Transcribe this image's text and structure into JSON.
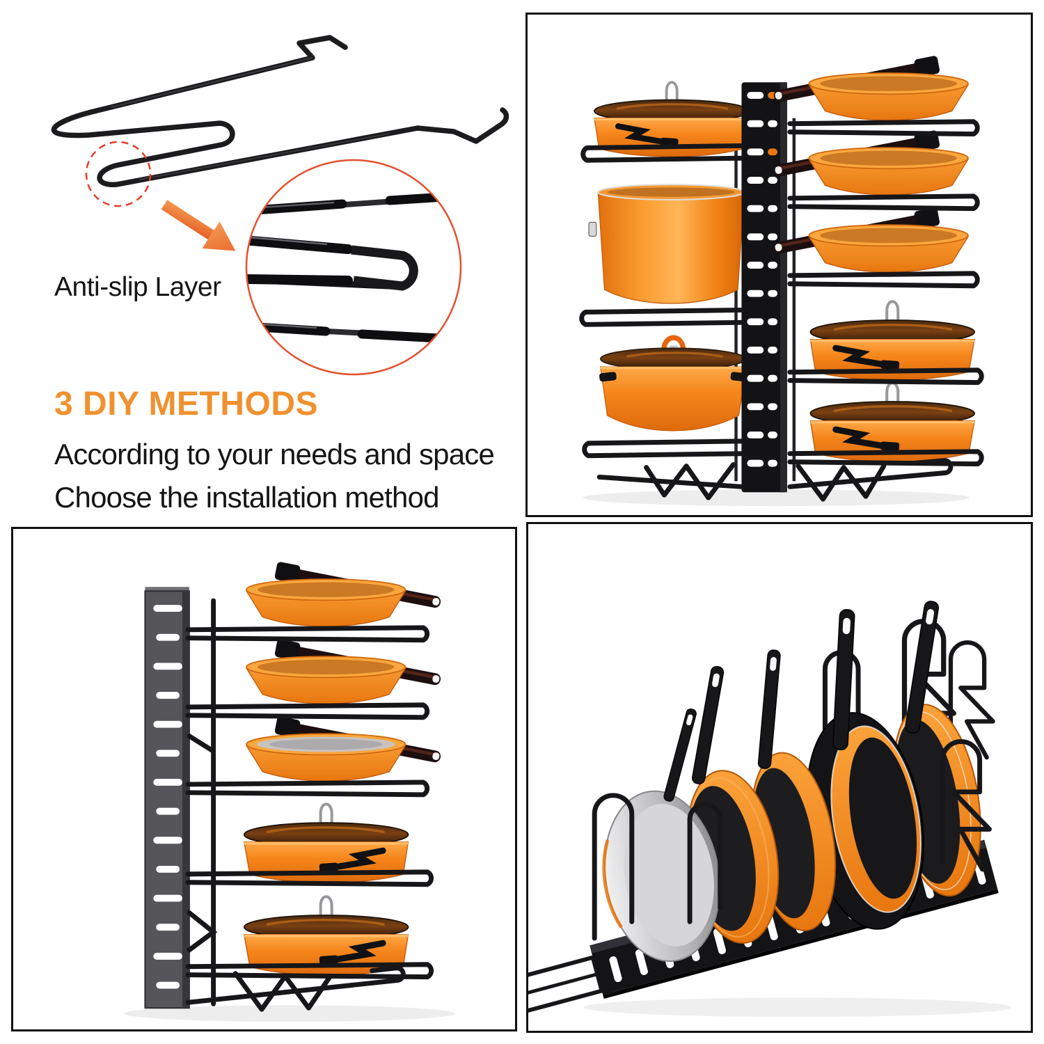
{
  "annotations": {
    "anti_slip_label": "Anti-slip Layer",
    "diy_heading": "3 DIY METHODS",
    "diy_line1": "According to your needs and space",
    "diy_line2": "Choose the installation method"
  },
  "colors": {
    "background": "#ffffff",
    "text_black": "#151515",
    "accent_orange": "#F0912F",
    "pot_orange": "#F6861B",
    "deep_orange": "#DE6A0C",
    "wire_black": "#1B1B1D",
    "rail_gray": "#55555A",
    "magnifier_ring": "#E2512F",
    "dashed_circle_red": "#E33B2B",
    "panel_border": "#101010"
  },
  "graphics": {
    "dashed_circle": "highlight-circle-icon",
    "arrow": "zoom-arrow-icon",
    "magnifier": "magnified-detail-circle"
  }
}
